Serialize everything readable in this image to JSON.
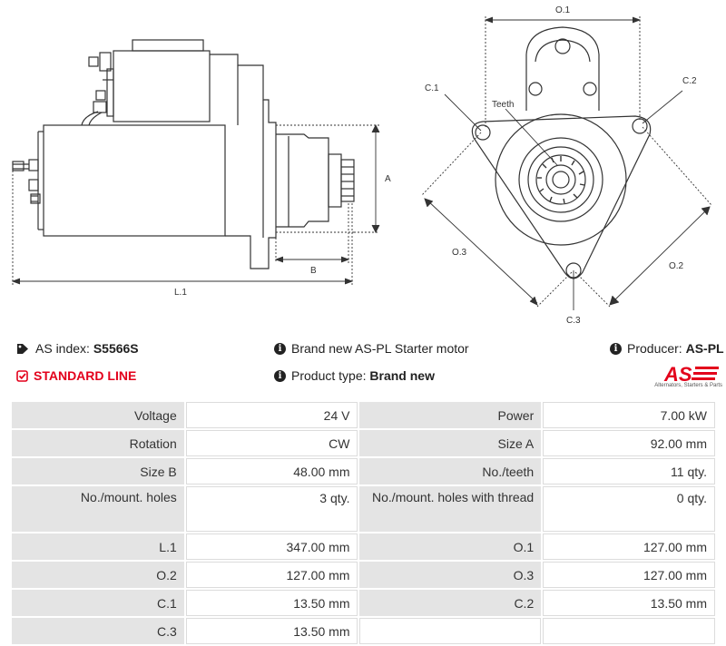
{
  "drawing": {
    "labels": {
      "a": "A",
      "b": "B",
      "l1": "L.1",
      "o1": "O.1",
      "o2": "O.2",
      "o3": "O.3",
      "c1": "C.1",
      "c2": "C.2",
      "c3": "C.3",
      "teeth": "Teeth"
    }
  },
  "info": {
    "as_index_label": "AS index:",
    "as_index_value": "S5566S",
    "description": "Brand new AS-PL Starter motor",
    "producer_label": "Producer:",
    "producer_value": "AS-PL",
    "line": "STANDARD LINE",
    "product_type_label": "Product type:",
    "product_type_value": "Brand new"
  },
  "logo": {
    "mark": "AS",
    "tagline": "Alternators, Starters & Parts"
  },
  "specs": [
    {
      "l1": "Voltage",
      "v1": "24 V",
      "l2": "Power",
      "v2": "7.00 kW"
    },
    {
      "l1": "Rotation",
      "v1": "CW",
      "l2": "Size A",
      "v2": "92.00 mm"
    },
    {
      "l1": "Size B",
      "v1": "48.00 mm",
      "l2": "No./teeth",
      "v2": "11 qty."
    },
    {
      "l1": "No./mount. holes",
      "v1": "3 qty.",
      "l2": "No./mount. holes with thread",
      "v2": "0 qty."
    },
    {
      "l1": "L.1",
      "v1": "347.00 mm",
      "l2": "O.1",
      "v2": "127.00 mm"
    },
    {
      "l1": "O.2",
      "v1": "127.00 mm",
      "l2": "O.3",
      "v2": "127.00 mm"
    },
    {
      "l1": "C.1",
      "v1": "13.50 mm",
      "l2": "C.2",
      "v2": "13.50 mm"
    },
    {
      "l1": "C.3",
      "v1": "13.50 mm"
    }
  ],
  "colors": {
    "accent": "#e3001b",
    "label_bg": "#e4e4e4",
    "line": "#333333"
  }
}
